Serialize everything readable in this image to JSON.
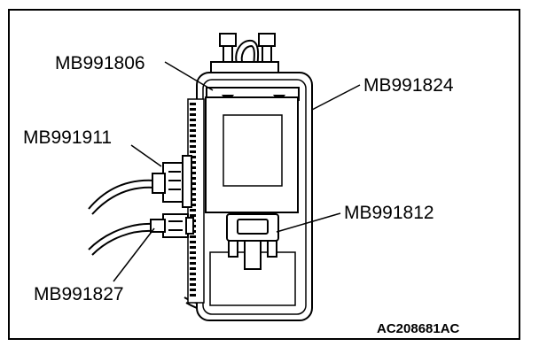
{
  "labels": {
    "mb991806": "MB991806",
    "mb991824": "MB991824",
    "mb991911": "MB991911",
    "mb991812": "MB991812",
    "mb991827": "MB991827"
  },
  "figure_code": "AC208681AC",
  "colors": {
    "line": "#000000",
    "background": "#ffffff"
  }
}
